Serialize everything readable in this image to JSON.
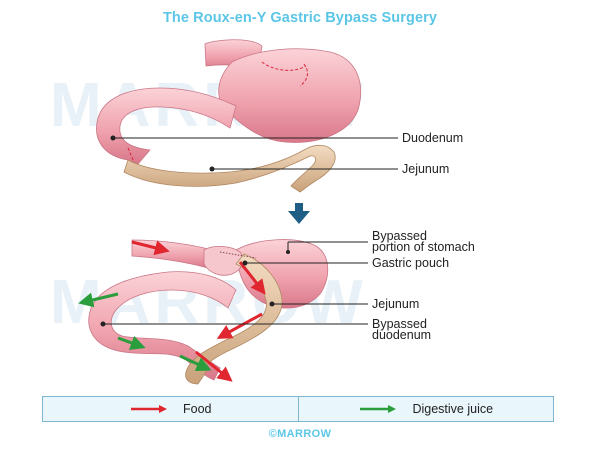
{
  "title": "The Roux-en-Y Gastric Bypass Surgery",
  "watermark": "MARROW",
  "top_labels": {
    "duodenum": "Duodenum",
    "jejunum": "Jejunum"
  },
  "bottom_labels": {
    "bypassed_stomach_line1": "Bypassed",
    "bypassed_stomach_line2": "portion of stomach",
    "gastric_pouch": "Gastric pouch",
    "jejunum": "Jejunum",
    "bypassed_duodenum_line1": "Bypassed",
    "bypassed_duodenum_line2": "duodenum"
  },
  "legend": {
    "food": "Food",
    "digestive_juice": "Digestive juice"
  },
  "footer": "©MARROW",
  "colors": {
    "title": "#5bc6e6",
    "stomach": "#f0a6b1",
    "jejunum": "#e2c29e",
    "food_arrow": "#e0262f",
    "juice_arrow": "#2a9d3c",
    "down_arrow": "#1f5f86"
  }
}
